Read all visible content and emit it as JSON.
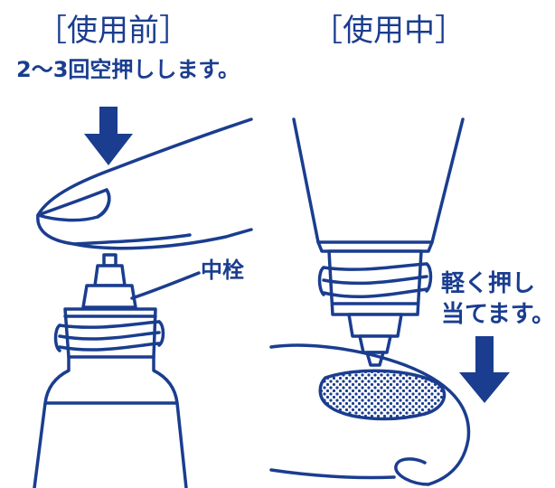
{
  "panels": {
    "before": {
      "title": "［使用前］",
      "instruction": "2～3回空押しします。",
      "callout": "中栓"
    },
    "during": {
      "title": "［使用中］",
      "instruction_line1": "軽く押し",
      "instruction_line2": "当てます。"
    }
  },
  "colors": {
    "ink": "#1a3d8f",
    "background": "#ffffff"
  },
  "icons": {
    "press_arrow": "down-arrow-icon",
    "apply_arrow": "down-arrow-icon"
  }
}
